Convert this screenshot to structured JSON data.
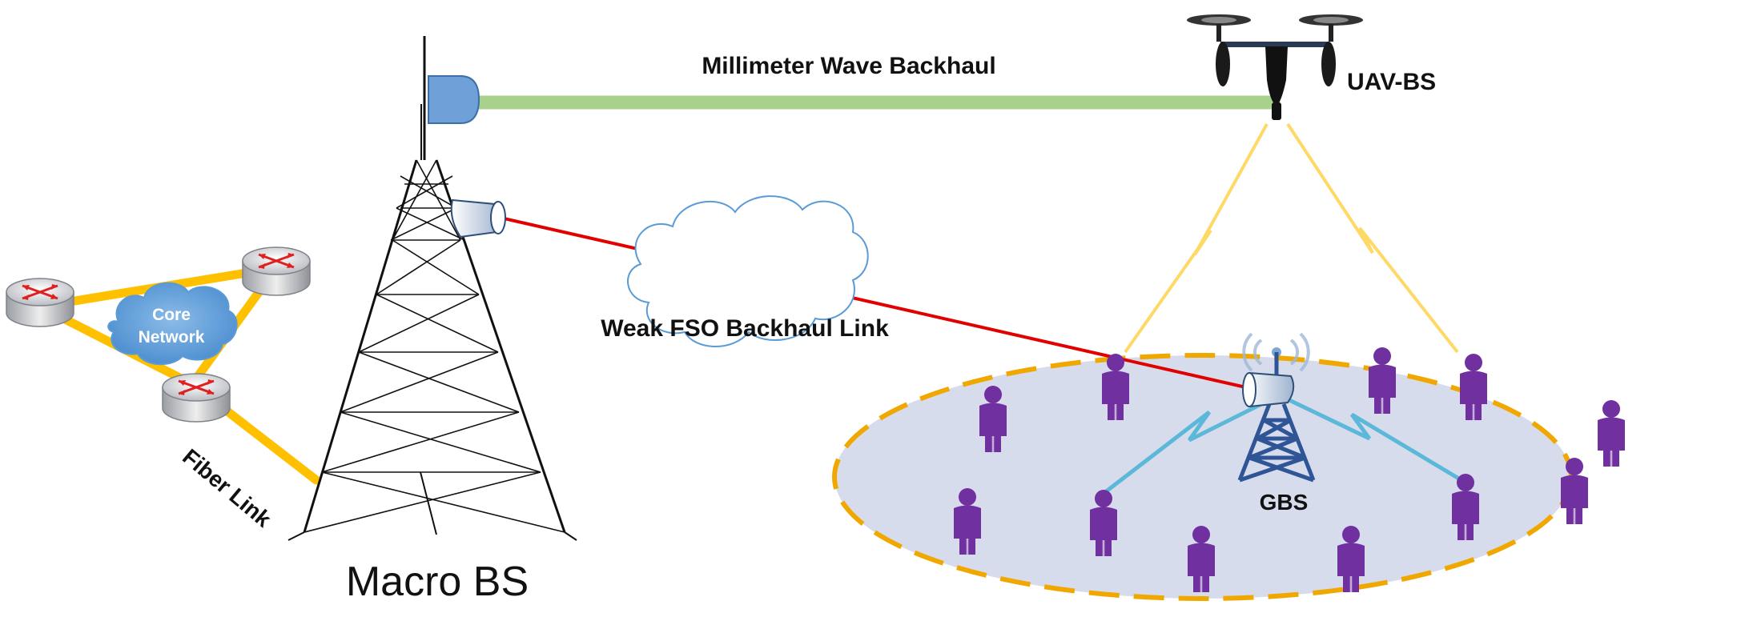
{
  "labels": {
    "mmwave": "Millimeter Wave Backhaul",
    "uav": "UAV-BS",
    "fso": "Weak FSO Backhaul Link",
    "core_line1": "Core",
    "core_line2": "Network",
    "fiber": "Fiber Link",
    "macro": "Macro BS",
    "gbs": "GBS"
  },
  "colors": {
    "mmwave_link": "#A9D18E",
    "fso_link": "#E00000",
    "fiber_link": "#FFC000",
    "wireless_uav": "#FFD966",
    "wireless_gbs": "#5BB8D8",
    "coverage_fill": "#D6DCEC",
    "coverage_border": "#F0A800",
    "user": "#7030A0",
    "antenna": "#6FA0D8",
    "core_cloud": "#5B9BD5",
    "router_arrow": "#E02020"
  },
  "icons": {
    "router": "router-icon",
    "user": "person-icon",
    "drone": "drone-icon",
    "tower": "tower-icon",
    "cloud": "cloud-icon"
  }
}
